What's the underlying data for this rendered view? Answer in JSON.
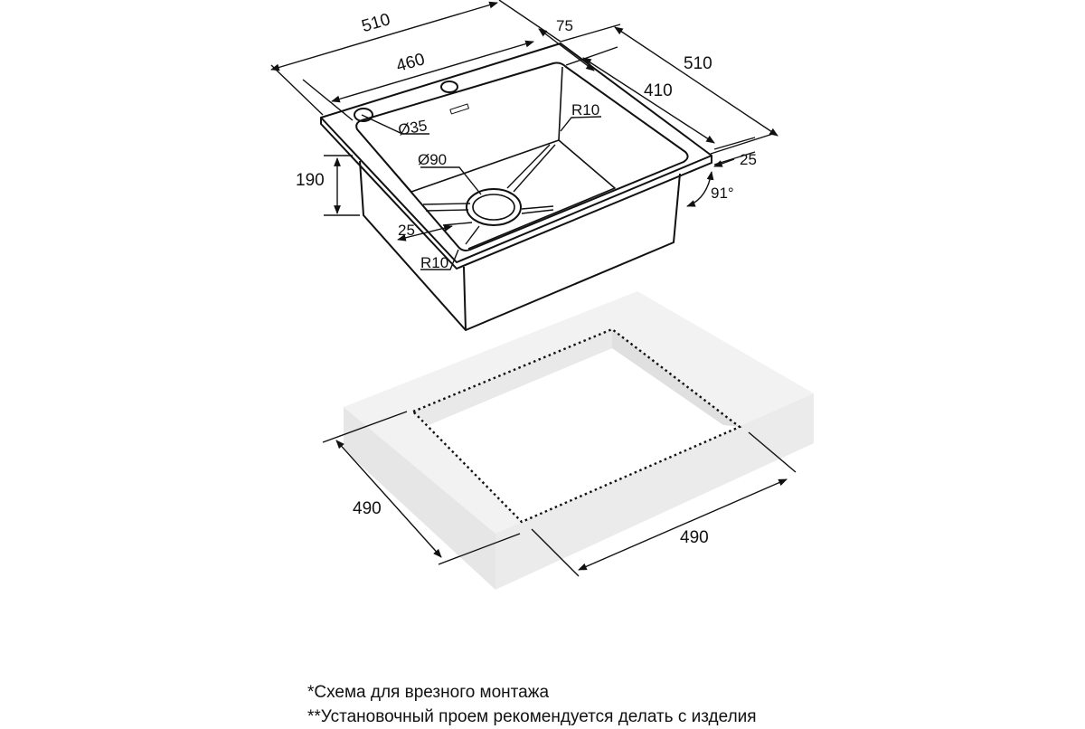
{
  "sink": {
    "total_width": "510",
    "bowl_width": "460",
    "total_depth": "510",
    "bowl_depth": "410",
    "deck_width": "75",
    "height": "190",
    "tap_hole": "Ø35",
    "drain": "Ø90",
    "corner_radius_top": "R10",
    "corner_radius_bottom": "R10",
    "rim_offset": "25",
    "rim_thickness": "25",
    "wall_angle": "91°"
  },
  "cutout": {
    "width": "490",
    "depth": "490"
  },
  "notes": {
    "line1": "*Схема для врезного монтажа",
    "line2": "**Установочный проем рекомендуется делать с изделия"
  },
  "colors": {
    "line": "#111111",
    "countertop_top": "#f2f2f2",
    "countertop_side": "#e4e4e4",
    "hole_wall": "#dedede"
  }
}
